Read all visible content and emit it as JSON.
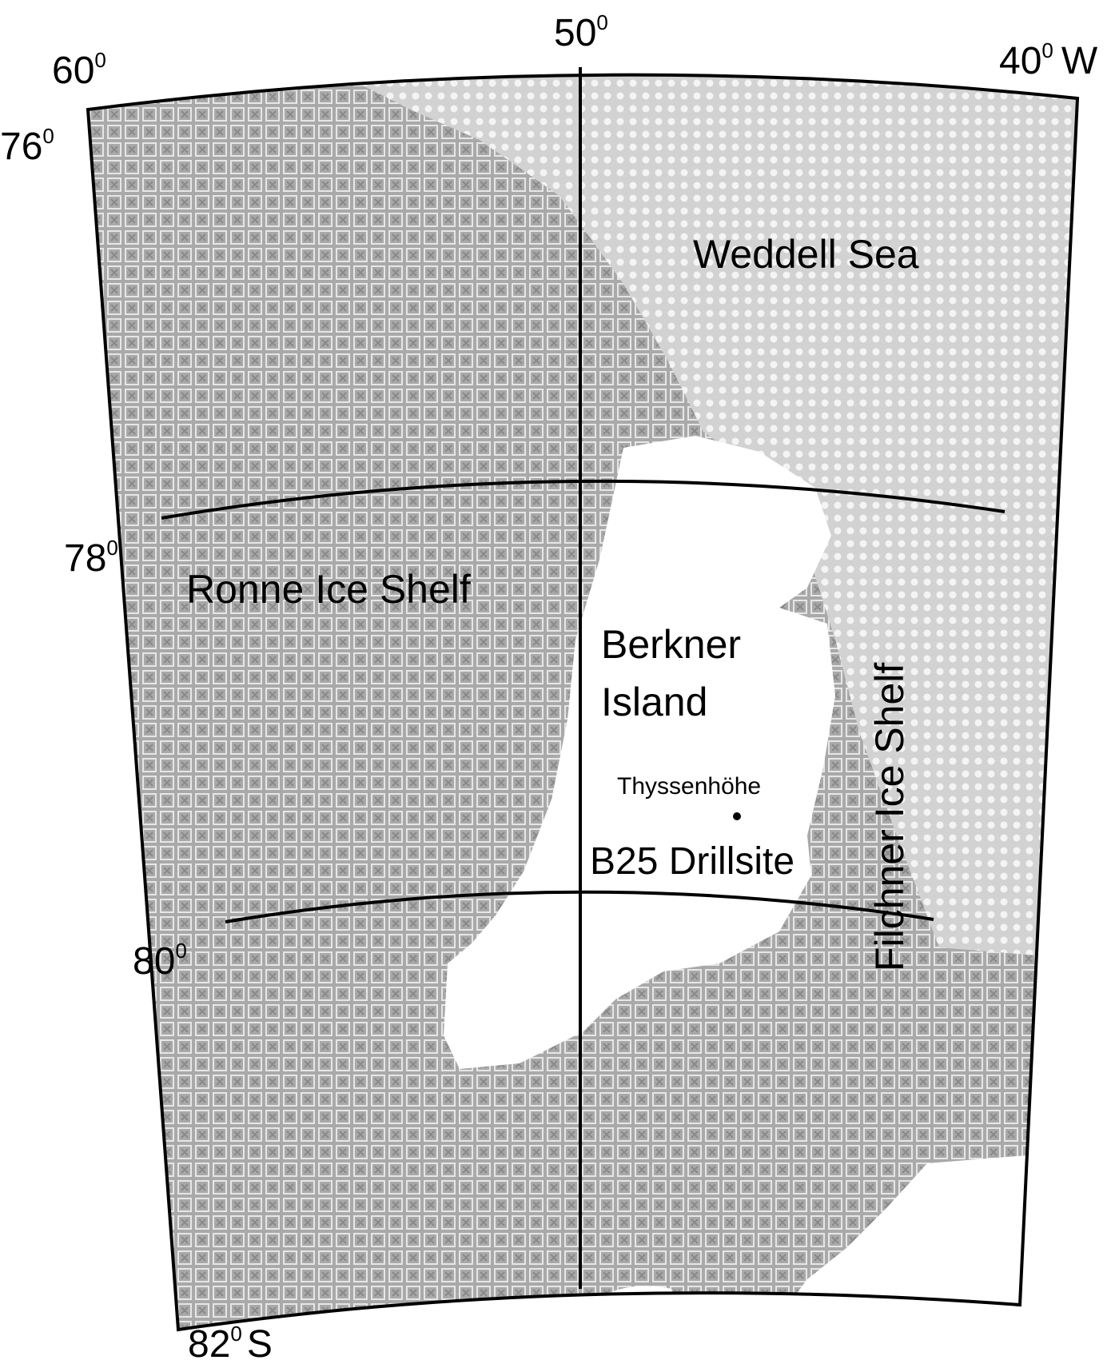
{
  "map": {
    "graticule_labels": {
      "lon_60": "60",
      "lon_50": "50",
      "lon_40": "40",
      "lon_40_suffix": "W",
      "lat_76": "76",
      "lat_78": "78",
      "lat_80": "80",
      "lat_82": "82",
      "lat_82_suffix": "S",
      "degree_symbol": "0"
    },
    "region_labels": {
      "weddell_sea": "Weddell Sea",
      "ronne_ice_shelf": "Ronne Ice Shelf",
      "filchner_ice_shelf": "Filchner Ice Shelf",
      "berkner_line1": "Berkner",
      "berkner_line2": "Island",
      "thyssenhohe": "Thyssenhöhe",
      "drillsite": "B25 Drillsite"
    },
    "colors": {
      "ice_shelf": "#a9a9a9",
      "ice_shelf_grid": "#e6e6e6",
      "sea": "#d2d2d2",
      "sea_dots": "#f4f4f4",
      "land": "#ffffff",
      "lines": "#000000"
    },
    "legend": {
      "shown": false
    }
  }
}
